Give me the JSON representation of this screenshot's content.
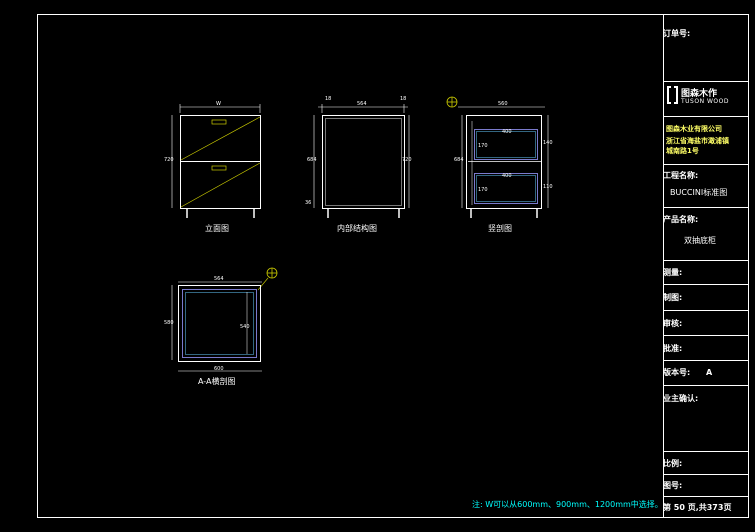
{
  "title_block": {
    "order_no_label": "订单号:",
    "logo_cn": "图森木作",
    "logo_en": "TUSON WOOD",
    "company_name": "图森木业有限公司",
    "company_address_1": "浙江省海盐市澉浦镇",
    "company_address_2": "城南路1号",
    "project_label": "工程名称:",
    "project_value": "BUCCINI标准图",
    "product_label": "产品名称:",
    "product_value": "双抽底柜",
    "measure_label": "测量:",
    "draw_label": "制图:",
    "review_label": "审核:",
    "approve_label": "批准:",
    "version_label": "版本号:",
    "version_value": "A",
    "owner_confirm_label": "业主确认:",
    "scale_label": "比例:",
    "drawing_no_label": "图号:",
    "page_info": "第 50 页,共373页"
  },
  "views": {
    "elevation": {
      "caption": "立面图",
      "top_dim": "W",
      "side_dim": "720"
    },
    "internal": {
      "caption": "内部结构图",
      "top_left": "18",
      "top_mid": "564",
      "top_right": "18",
      "side_left": "684",
      "side_right": "720",
      "side_bottom": "36"
    },
    "section": {
      "caption": "竖剖图",
      "top_dim": "560",
      "inner_dim_1": "400",
      "inner_dim_2": "400",
      "side_left": "684",
      "right_dim_1": "140",
      "right_dim_2": "110",
      "inner_small_1": "170",
      "inner_small_2": "170"
    },
    "cross_section": {
      "caption": "A-A横剖图",
      "top_dim": "564",
      "bottom_dim": "600",
      "side_left": "580",
      "side_inner": "540"
    }
  },
  "note": "注: W可以从600mm、900mm、1200mm中选择。"
}
